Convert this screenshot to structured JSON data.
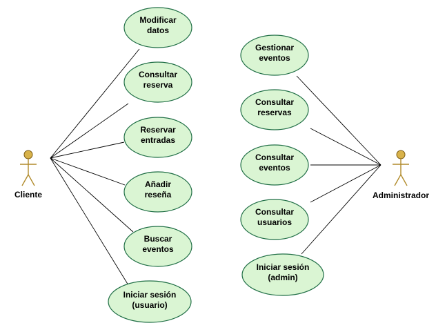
{
  "actors": {
    "cliente": "Cliente",
    "administrador": "Administrador"
  },
  "use_cases": {
    "modificar_datos": [
      "Modificar",
      "datos"
    ],
    "consultar_reserva": [
      "Consultar",
      "reserva"
    ],
    "reservar_entradas": [
      "Reservar",
      "entradas"
    ],
    "anadir_resena": [
      "Añadir",
      "reseña"
    ],
    "buscar_eventos": [
      "Buscar",
      "eventos"
    ],
    "iniciar_sesion_usuario": [
      "Iniciar sesión",
      "(usuario)"
    ],
    "gestionar_eventos": [
      "Gestionar",
      "eventos"
    ],
    "consultar_reservas": [
      "Consultar",
      "reservas"
    ],
    "consultar_eventos": [
      "Consultar",
      "eventos"
    ],
    "consultar_usuarios": [
      "Consultar",
      "usuarios"
    ],
    "iniciar_sesion_admin": [
      "Iniciar sesión",
      "(admin)"
    ]
  },
  "colors": {
    "use_case_fill": "#daf5d3",
    "use_case_stroke": "#1f6e45",
    "actor_head": "#d8b24a"
  }
}
